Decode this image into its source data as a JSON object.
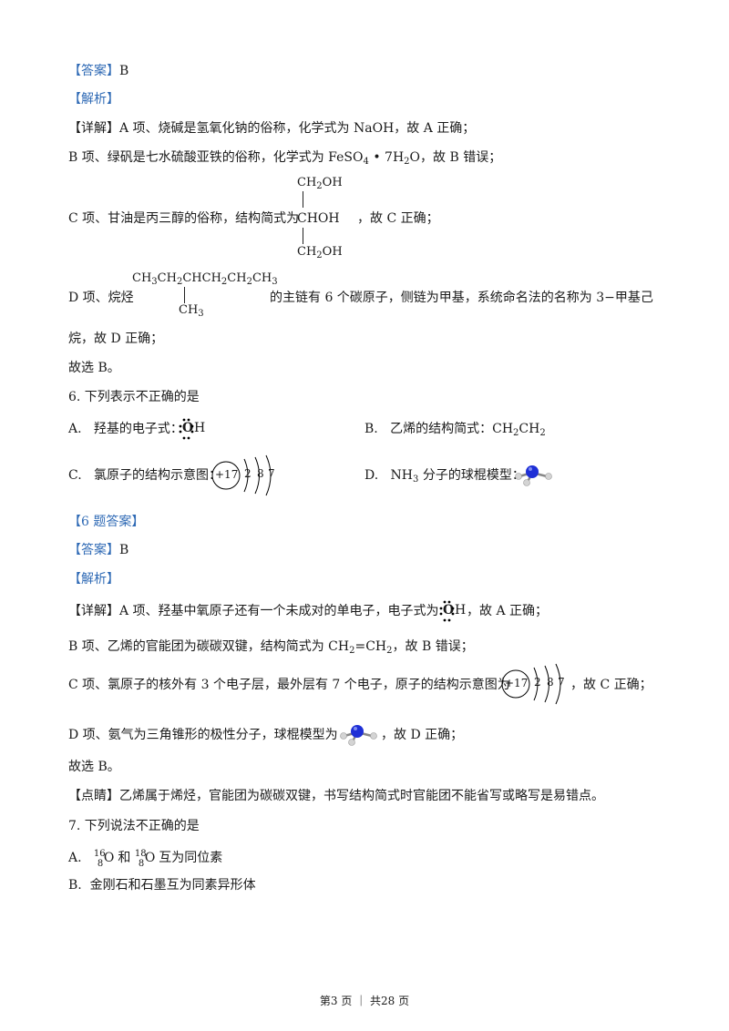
{
  "q5": {
    "answer_tag": "【答案】",
    "answer": "B",
    "analysis_tag": "【解析】",
    "detail_tag": "【详解】",
    "a_text": "A 项、烧碱是氢氧化钠的俗称，化学式为 NaOH，故 A 正确；",
    "b_text_1": "B 项、绿矾是七水硫酸亚铁的俗称，化学式为 FeSO",
    "b_sub_1": "4",
    "b_text_2": " • 7H",
    "b_sub_2": "2",
    "b_text_3": "O，故 B 错误；",
    "c_text_1": "C 项、甘油是丙三醇的俗称，结构简式为",
    "c_text_2": "，故 C 正确；",
    "glycerol_top_1": "CH",
    "glycerol_top_sub": "2",
    "glycerol_top_2": "OH",
    "glycerol_mid": "CHOH",
    "glycerol_bot_1": "CH",
    "glycerol_bot_sub": "2",
    "glycerol_bot_2": "OH",
    "d_text_1": "D 项、烷烃",
    "d_text_2": "的主链有 6 个碳原子，侧链为甲基，系统命名法的名称为 3−甲基己",
    "alkane_chain": [
      "CH",
      "3",
      "CH",
      "2",
      "CHCH",
      "2",
      "CH",
      "2",
      "CH",
      "3"
    ],
    "alkane_branch_1": "CH",
    "alkane_branch_sub": "3",
    "d_text_3": "烷，故 D 正确；",
    "conclusion": "故选 B。"
  },
  "q6": {
    "stem": "6. 下列表示不正确的是",
    "opt_a_label": "A.",
    "opt_a_text": "羟基的电子式：",
    "opt_b_label": "B.",
    "opt_b_text_1": "乙烯的结构简式：CH",
    "opt_b_sub_1": "2",
    "opt_b_text_2": "CH",
    "opt_b_sub_2": "2",
    "opt_c_label": "C.",
    "opt_c_text": "氯原子的结构示意图：",
    "opt_d_label": "D.",
    "opt_d_text_1": "NH",
    "opt_d_sub": "3",
    "opt_d_text_2": " 分子的球棍模型：",
    "section_tag": "【6 题答案】",
    "answer_tag": "【答案】",
    "answer": "B",
    "analysis_tag": "【解析】",
    "detail_tag": "【详解】",
    "a_text_1": "A 项、羟基中氧原子还有一个未成对的单电子，电子式为",
    "a_text_2": "，故 A 正确；",
    "b_text_1": "B 项、乙烯的官能团为碳碳双键，结构简式为 CH",
    "b_sub_1": "2",
    "b_text_2": "=CH",
    "b_sub_2": "2",
    "b_text_3": "，故 B 错误；",
    "c_text_1": "C 项、氯原子的核外有 3 个电子层，最外层有 7 个电子，原子的结构示意图为",
    "c_text_2": "，故 C 正确；",
    "d_text_1": "D 项、氨气为三角锥形的极性分子，球棍模型为",
    "d_text_2": "，故 D 正确；",
    "conclusion": "故选 B。",
    "tip_tag": "【点睛】",
    "tip_text": "乙烯属于烯烃，官能团为碳碳双键，书写结构简式时官能团不能省写或略写是易错点。"
  },
  "electron_dot": {
    "o": "O",
    "h": "H"
  },
  "cl_diagram": {
    "nucleus": "+17",
    "shell_1": "2",
    "shell_2": "8",
    "shell_3": "7"
  },
  "q7": {
    "stem": "7. 下列说法不正确的是",
    "opt_a_label": "A.",
    "opt_a_iso1_mass": "16",
    "opt_a_iso1_num": "8",
    "opt_a_iso1_el": "O",
    "opt_a_and": " 和 ",
    "opt_a_iso2_mass": "18",
    "opt_a_iso2_num": "8",
    "opt_a_iso2_el": "O",
    "opt_a_text": " 互为同位素",
    "opt_b_label": "B.",
    "opt_b_text": "金刚石和石墨互为同素异形体"
  },
  "footer": {
    "text": "第3 页 ｜ 共28 页"
  },
  "colors": {
    "tag_blue": "#2f6ab5",
    "n_atom": "#1e2fd6",
    "h_atom": "#cfcfcf"
  }
}
